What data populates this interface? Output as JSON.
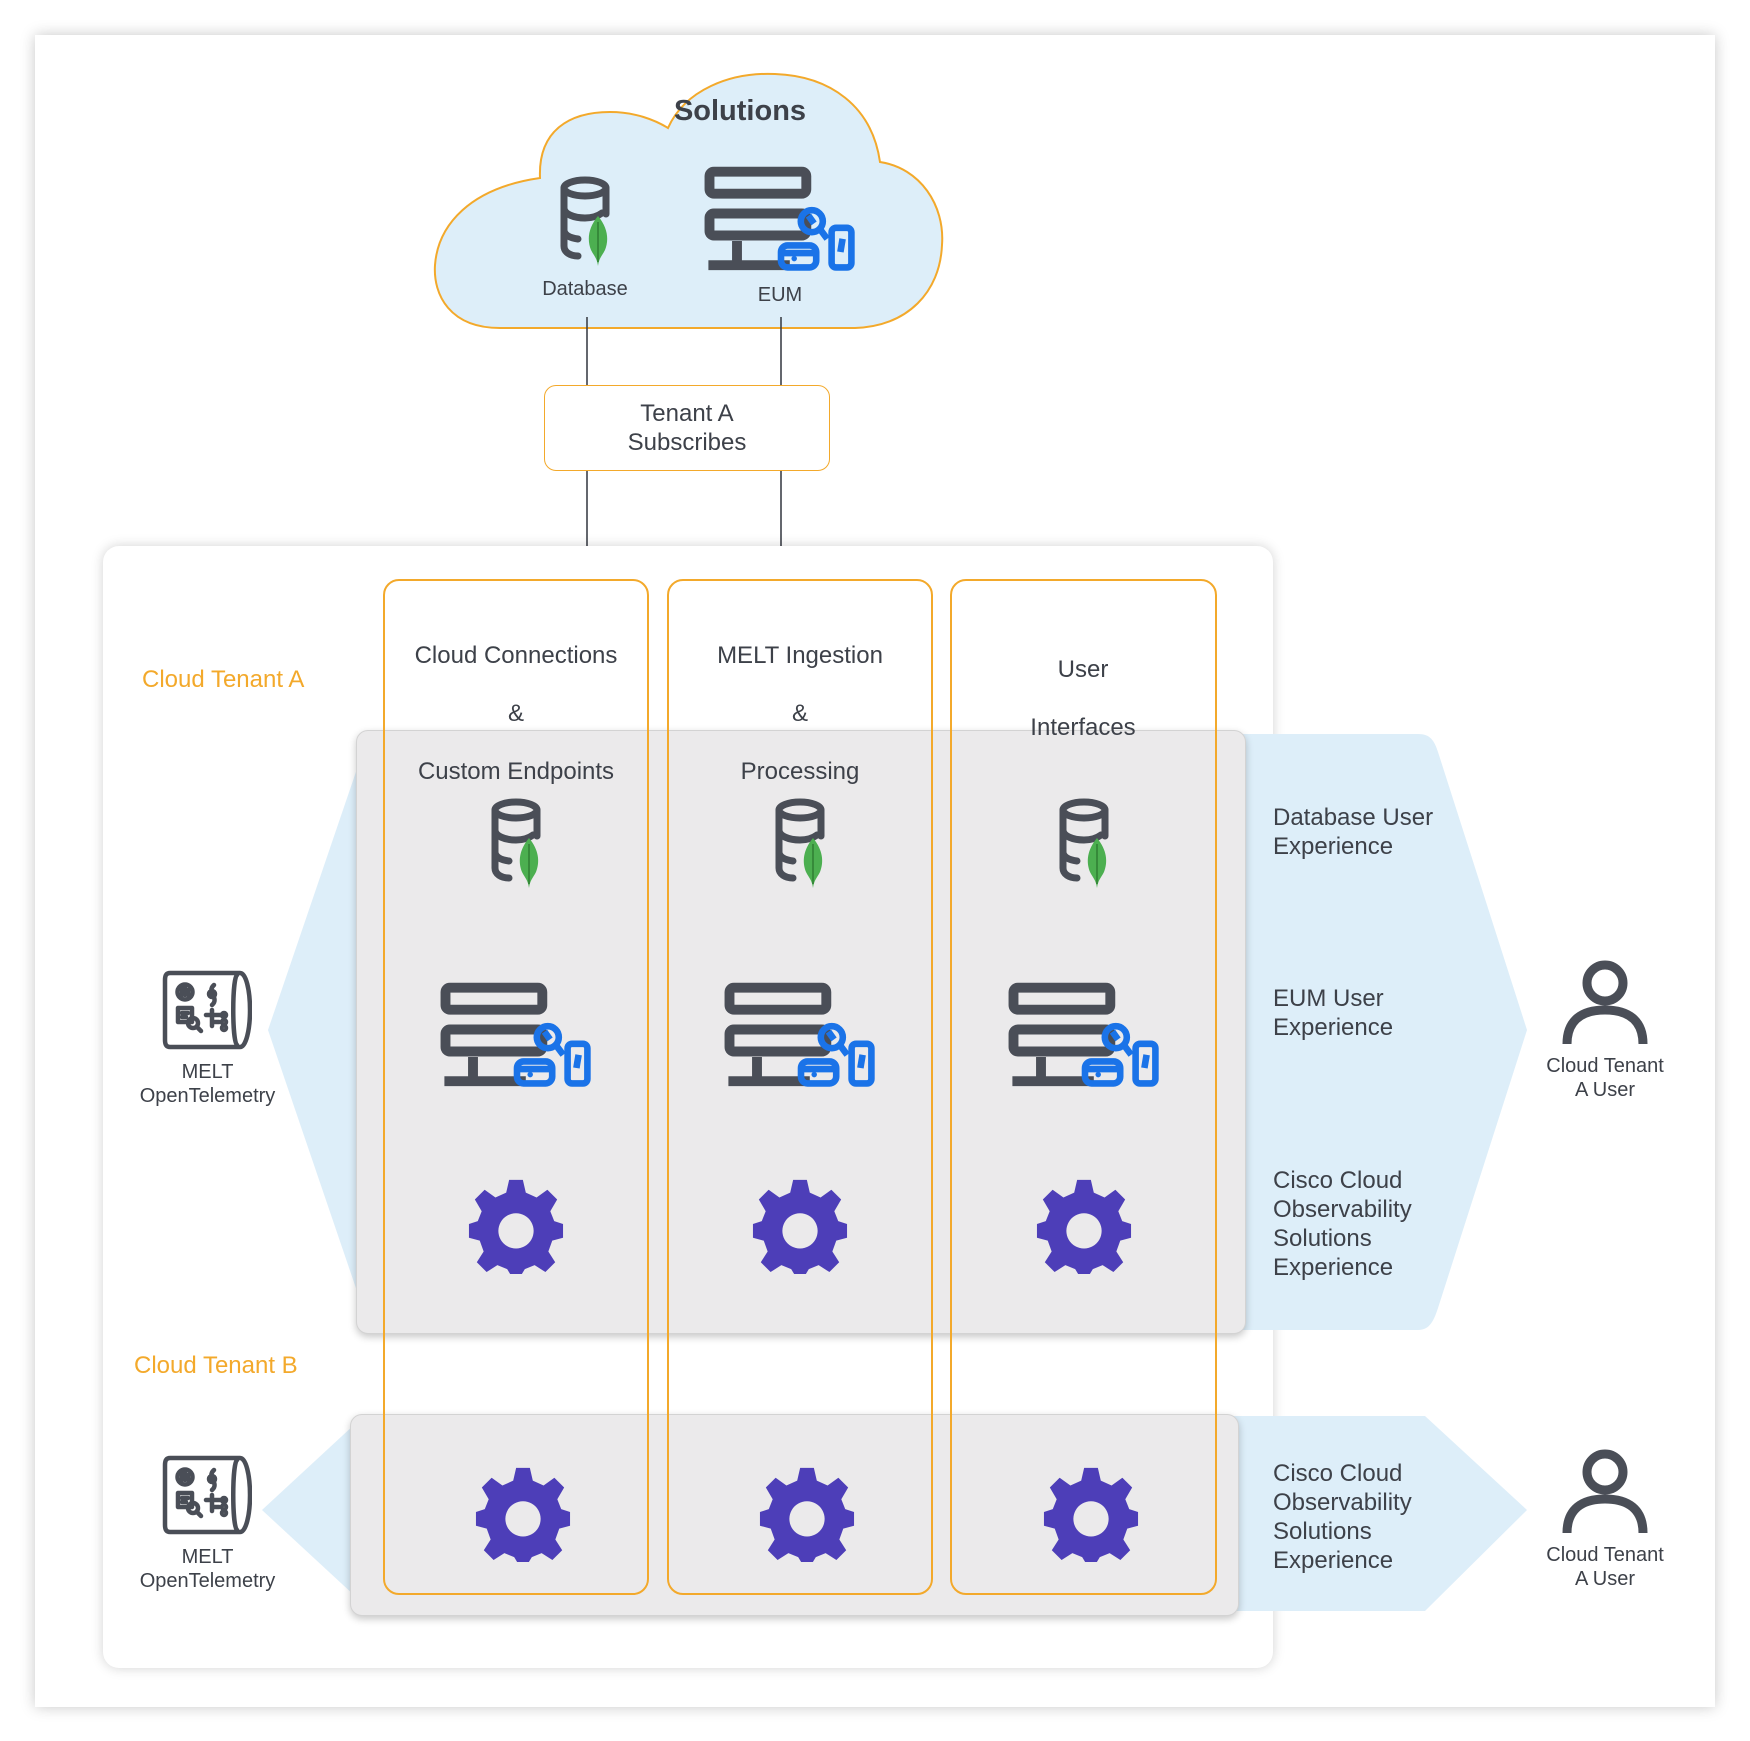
{
  "solutions_cloud": {
    "title": "Solutions",
    "database_label": "Database",
    "eum_label": "EUM"
  },
  "subscribe_box": {
    "line1": "Tenant A",
    "line2": "Subscribes"
  },
  "columns": [
    {
      "line1": "Cloud Connections",
      "line2": "&",
      "line3": "Custom Endpoints"
    },
    {
      "line1": "MELT Ingestion",
      "line2": "&",
      "line3": "Processing"
    },
    {
      "line1": "User",
      "line2": "Interfaces"
    }
  ],
  "tenant_a": {
    "label": "Cloud Tenant A",
    "source_line1": "MELT",
    "source_line2": "OpenTelemetry",
    "experiences": [
      {
        "line1": "Database User",
        "line2": "Experience"
      },
      {
        "line1": "EUM User",
        "line2": "Experience"
      },
      {
        "line1": "Cisco Cloud",
        "line2": "Observability",
        "line3": "Solutions",
        "line4": "Experience"
      }
    ],
    "user_line1": "Cloud Tenant",
    "user_line2": "A User"
  },
  "tenant_b": {
    "label": "Cloud Tenant B",
    "source_line1": "MELT",
    "source_line2": "OpenTelemetry",
    "experience": {
      "line1": "Cisco Cloud",
      "line2": "Observability",
      "line3": "Solutions",
      "line4": "Experience"
    },
    "user_line1": "Cloud Tenant",
    "user_line2": "A User"
  },
  "colors": {
    "accent_orange": "#f3a92b",
    "icon_gray": "#4a4e57",
    "icon_blue": "#1a73e8",
    "leaf_green": "#4caf50",
    "gear_purple": "#4d3eb8",
    "cloud_fill": "#ddeef9",
    "band_blue": "#ddeef9",
    "box_gray": "#ebeaeb"
  }
}
